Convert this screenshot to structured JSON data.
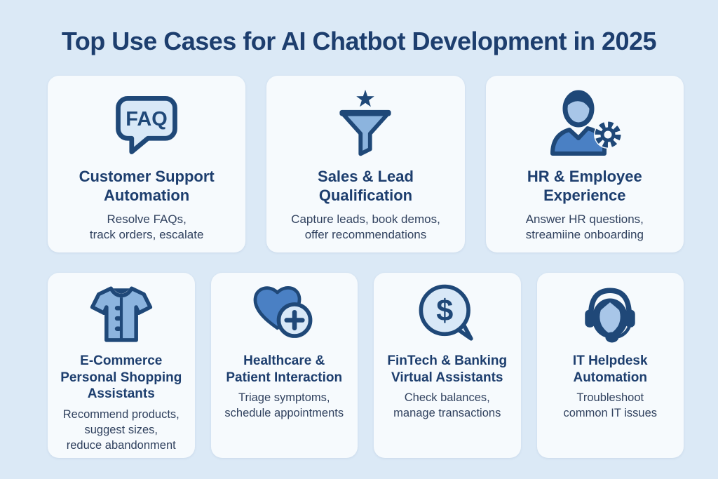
{
  "page": {
    "title": "Top Use Cases for AI Chatbot Development in 2025",
    "colors": {
      "background": "#dbe9f6",
      "card": "#f6fafd",
      "heading": "#1d3e6e",
      "body_text": "#31425f",
      "navy": "#1f4878",
      "mid_blue": "#4a80c4",
      "soft_blue": "#8cb4de",
      "face_blue": "#a8c6e8",
      "light_blue": "#d8e8f7"
    }
  },
  "cards": [
    {
      "icon": "faq-speech-bubble-icon",
      "icon_text": "FAQ",
      "title": "Customer Support\nAutomation",
      "description": "Resolve FAQs,\ntrack orders, escalate"
    },
    {
      "icon": "lead-funnel-star-icon",
      "title": "Sales & Lead\nQualification",
      "description": "Capture leads, book demos,\noffer recommendations"
    },
    {
      "icon": "employee-gear-icon",
      "title": "HR & Employee\nExperience",
      "description": "Answer HR questions,\nstreamiine onboarding"
    },
    {
      "icon": "tshirt-icon",
      "title": "E-Commerce\nPersonal Shopping\nAssistants",
      "description": "Recommend products,\nsuggest sizes,\nreduce abandonment"
    },
    {
      "icon": "heart-medical-plus-icon",
      "title": "Healthcare &\nPatient Interaction",
      "description": "Triage symptoms,\nschedule appointments"
    },
    {
      "icon": "dollar-chat-bubble-icon",
      "icon_text": "$",
      "title": "FinTech & Banking\nVirtual Assistants",
      "description": "Check balances,\nmanage transactions"
    },
    {
      "icon": "support-agent-headset-icon",
      "title": "IT Helpdesk\nAutomation",
      "description": "Troubleshoot\ncommon IT issues"
    }
  ]
}
